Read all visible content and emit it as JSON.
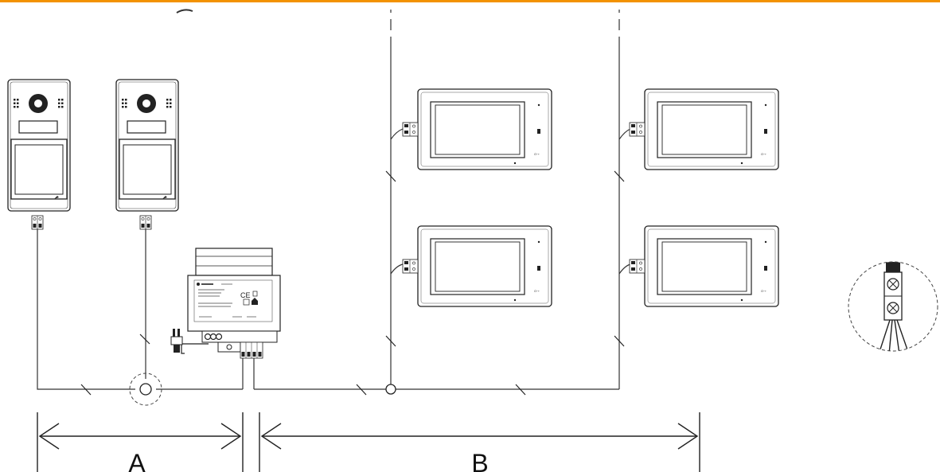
{
  "diagram": {
    "accent_color": "#F39200",
    "dimensions": [
      {
        "id": "A",
        "label": "A"
      },
      {
        "id": "B",
        "label": "B"
      }
    ],
    "devices": {
      "outdoor_stations": [
        "outdoor-station",
        "outdoor-station"
      ],
      "indoor_monitors": [
        "indoor-monitor",
        "indoor-monitor",
        "indoor-monitor",
        "indoor-monitor"
      ],
      "power_supply": "power-supply-din-rail",
      "detail_view": "cable-terminal-detail"
    },
    "icons": {
      "plug": "plug-icon",
      "ce_mark": "ce-mark-icon",
      "lock_key": "key-icon",
      "bell": "bell-icon"
    }
  }
}
